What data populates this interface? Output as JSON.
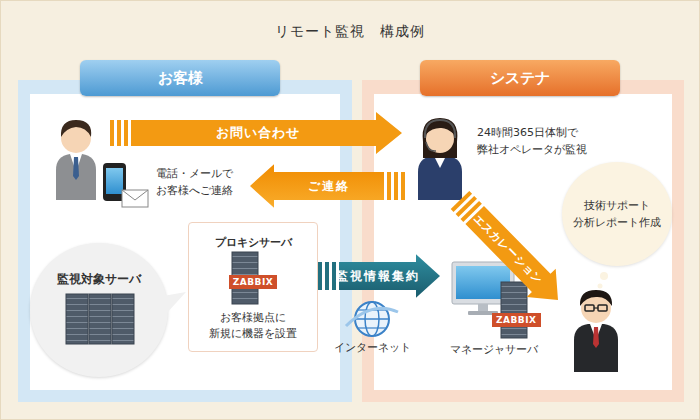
{
  "diagram": {
    "title": "リモート監視　構成例",
    "nodes": [
      {
        "text": [
          "お客様"
        ]
      },
      {
        "text": [
          "電話・メールで お客様へご連絡"
        ],
        "in": 0
      },
      {
        "text": [
          "監視対象サーバ"
        ],
        "in": 0
      },
      {
        "text": [
          "プロキシサーバ",
          "ZABBIX",
          "お客様拠点に 新規に機器を設置"
        ],
        "in": 0
      },
      {
        "text": [
          "システナ"
        ]
      },
      {
        "text": [
          "24時間365日体制で 弊社オペレータが監視"
        ],
        "in": 4
      },
      {
        "text": [
          "技術サポート 分析レポート作成"
        ],
        "in": 4
      },
      {
        "text": [
          "ZABBIX",
          "マネージャサーバ"
        ],
        "in": 4
      }
    ],
    "edges": [
      {
        "from": 5,
        "to": 1,
        "arrow": "to",
        "label": "ご連絡"
      },
      {
        "from": 5,
        "to": 6,
        "arrow": "to",
        "label": "エスカレーション"
      },
      {
        "from": 3,
        "to": 7,
        "arrow": "to",
        "label": "監視情報集約"
      }
    ],
    "labels": [
      "お問い合わせ",
      "インターネット"
    ]
  }
}
